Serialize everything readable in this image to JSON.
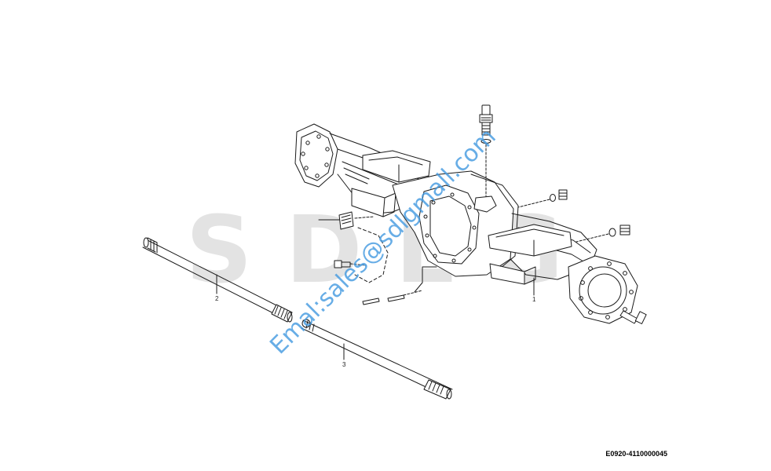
{
  "background_logo": {
    "text": "SDLG"
  },
  "watermark": {
    "text": "Emal:sales@sdlgmall.com",
    "color": "#3e98e0"
  },
  "callouts": {
    "housing": "1",
    "shaft_upper": "2",
    "shaft_lower": "3"
  },
  "part_code": "E0920-4110000045"
}
